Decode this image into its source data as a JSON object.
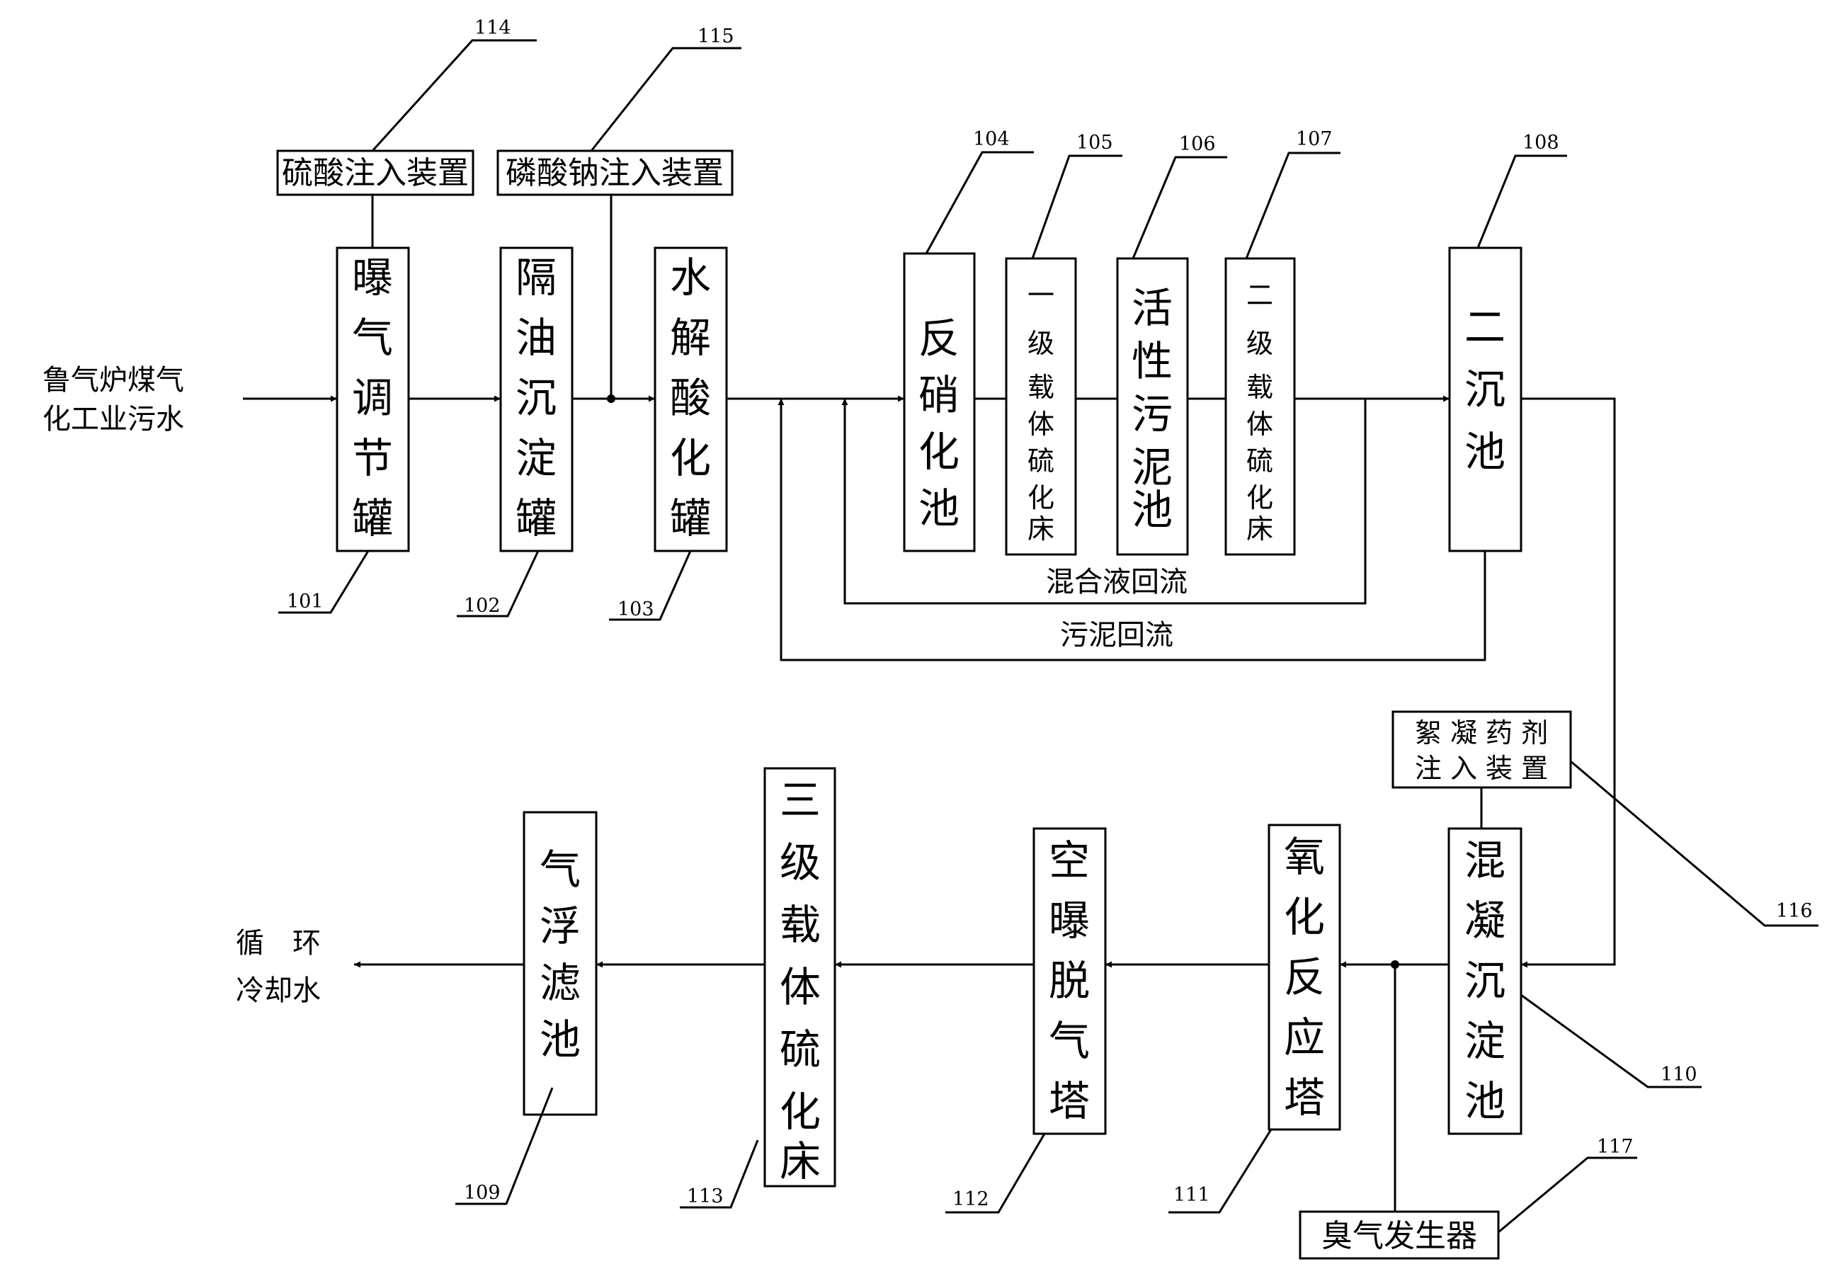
{
  "input_label": [
    "鲁气炉煤气",
    "化工业污水"
  ],
  "output_label": [
    "循　环",
    "冷却水"
  ],
  "units": {
    "101": "曝气调节罐",
    "102": "隔油沉淀罐",
    "103": "水解酸化罐",
    "104": "反硝化池",
    "105": "一级载体硫化床",
    "106": "活性污泥池",
    "107": "二级载体硫化床",
    "108": "二沉池",
    "110": "混凝沉淀池",
    "111": "氧化反应塔",
    "112": "空曝脱气塔",
    "113": "三级载体硫化床",
    "109": "气浮滤池"
  },
  "devices": {
    "114": "硫酸注入装置",
    "115": "磷酸钠注入装置",
    "116": [
      "絮 凝 药 剂",
      "注 入 装 置"
    ],
    "117": "臭气发生器"
  },
  "flow_labels": {
    "mixed_liquor_return": "混合液回流",
    "sludge_return": "污泥回流"
  },
  "ref_numbers": [
    "101",
    "102",
    "103",
    "104",
    "105",
    "106",
    "107",
    "108",
    "109",
    "110",
    "111",
    "112",
    "113",
    "114",
    "115",
    "116",
    "117"
  ]
}
